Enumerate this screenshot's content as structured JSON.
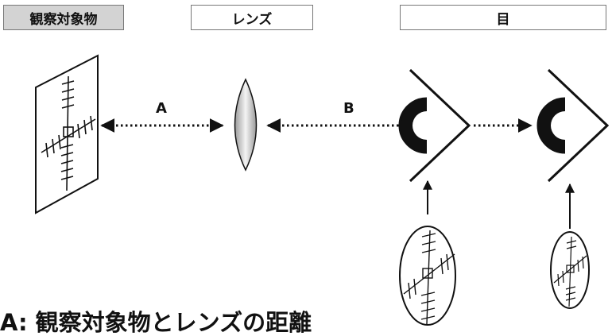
{
  "headers": {
    "object": "観察対象物",
    "lens": "レンズ",
    "eye": "目"
  },
  "labels": {
    "a": "A",
    "b": "B"
  },
  "caption": "A: 観察対象物とレンズの距離",
  "colors": {
    "object_header_bg": "#d3d3d3",
    "stroke": "#111111"
  }
}
